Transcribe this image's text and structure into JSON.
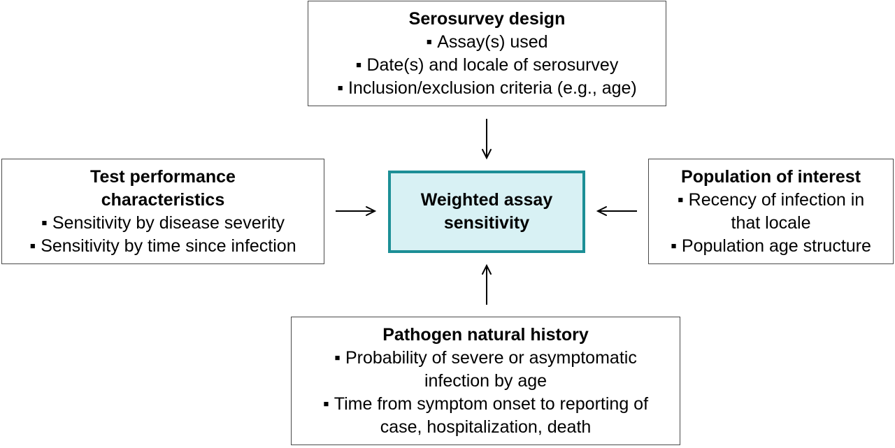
{
  "serosurvey_design": {
    "title": "Serosurvey design",
    "items": [
      "Assay(s) used",
      "Date(s) and locale of serosurvey",
      "Inclusion/exclusion criteria (e.g., age)"
    ]
  },
  "test_performance": {
    "title_line1": "Test performance",
    "title_line2": "characteristics",
    "items": [
      "Sensitivity by disease severity",
      "Sensitivity by time since infection"
    ]
  },
  "population": {
    "title": "Population of interest",
    "item1_line1": "Recency of infection in",
    "item1_line2": "that locale",
    "item2": "Population age structure"
  },
  "pathogen": {
    "title": "Pathogen natural history",
    "item1_line1": "Probability of severe or asymptomatic",
    "item1_line2": "infection by age",
    "item2_line1": "Time from symptom onset to reporting of",
    "item2_line2": "case, hospitalization, death"
  },
  "center": {
    "line1": "Weighted assay",
    "line2": "sensitivity"
  },
  "colors": {
    "center_border": "#1c8f96",
    "center_fill": "#d8f1f4",
    "box_border": "#4a4a4a"
  }
}
